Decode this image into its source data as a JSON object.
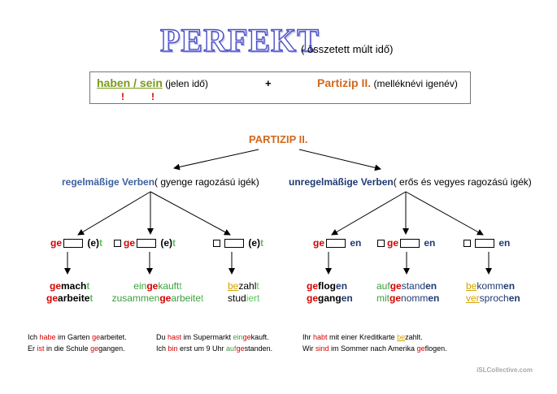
{
  "title": "PERFEKT",
  "subtitle": "( összetett múlt idő)",
  "box": {
    "left_main": "haben / sein",
    "left_note": " (jelen idő)",
    "plus": "+",
    "right_main": "Partizip II.",
    "right_note": " (melléknévi igenév)",
    "mark1": "!",
    "mark2": "!"
  },
  "partizip_label": "PARTIZIP II.",
  "regular": {
    "heading": "regelmäßige Verben",
    "note": "( gyenge ragozású igék)",
    "patterns": [
      {
        "pre": "ge",
        "mid": " (e)",
        "end": "t",
        "has_square": false
      },
      {
        "pre": "ge",
        "mid": " (e)",
        "end": "t",
        "has_square": true
      },
      {
        "pre": "",
        "mid": " (e)",
        "end": "t",
        "has_square": true
      }
    ],
    "examples": [
      {
        "l1a": "ge",
        "l1b": "mach",
        "l1c": "t",
        "l2a": "ge",
        "l2b": "arbeite",
        "l2c": "t"
      },
      {
        "l1a": "ein",
        "l1b": "ge",
        "l1c": "kauft",
        "l1d": "t",
        "l2a": "zusammen",
        "l2b": "ge",
        "l2c": "arbeite",
        "l2d": "t"
      },
      {
        "l1a": "be",
        "l1b": "zahl",
        "l1c": "t",
        "l2a": "stud",
        "l2b": "iert"
      }
    ]
  },
  "irregular": {
    "heading": "unregelmäßige Verben",
    "note": "( erős és vegyes ragozású igék)",
    "patterns": [
      {
        "pre": "ge",
        "end": " en",
        "has_square": false
      },
      {
        "pre": "ge",
        "end": " en",
        "has_square": true
      },
      {
        "pre": "",
        "end": " en",
        "has_square": true
      }
    ],
    "examples": [
      {
        "l1a": "ge",
        "l1b": "flog",
        "l1c": "en",
        "l2a": "ge",
        "l2b": "gang",
        "l2c": "en"
      },
      {
        "l1a": "auf",
        "l1b": "ge",
        "l1c": "stand",
        "l1d": "en",
        "l2a": "mit",
        "l2b": "ge",
        "l2c": "nomm",
        "l2d": "en"
      },
      {
        "l1a": "be",
        "l1b": "komm",
        "l1c": "en",
        "l2a": "ver",
        "l2b": "sproch",
        "l2c": "en"
      }
    ]
  },
  "sentences": {
    "s1": {
      "a": "Ich ",
      "b": "habe",
      "c": " im Garten ",
      "d": "ge",
      "e": "arbeitet",
      "f": "."
    },
    "s2": {
      "a": "Er ",
      "b": "ist",
      "c": " in die Schule ",
      "d": "ge",
      "e": "gangen",
      "f": "."
    },
    "s3": {
      "a": "Du ",
      "b": "hast",
      "c": " im Supermarkt ",
      "d": "ein",
      "e": "ge",
      "f": "kauft",
      "g": "."
    },
    "s4": {
      "a": "Ich ",
      "b": "bin",
      "c": " erst um 9 Uhr ",
      "d": "auf",
      "e": "ge",
      "f": "standen",
      "g": "."
    },
    "s5": {
      "a": "Ihr ",
      "b": "habt",
      "c": " mit einer Kreditkarte ",
      "d": "be",
      "e": "zahlt",
      "f": "."
    },
    "s6": {
      "a": "Wir ",
      "b": "sind",
      "c": " im Sommer nach Amerika ",
      "d": "ge",
      "e": "flogen",
      "f": "."
    }
  },
  "footer": "iSLCollective.com"
}
